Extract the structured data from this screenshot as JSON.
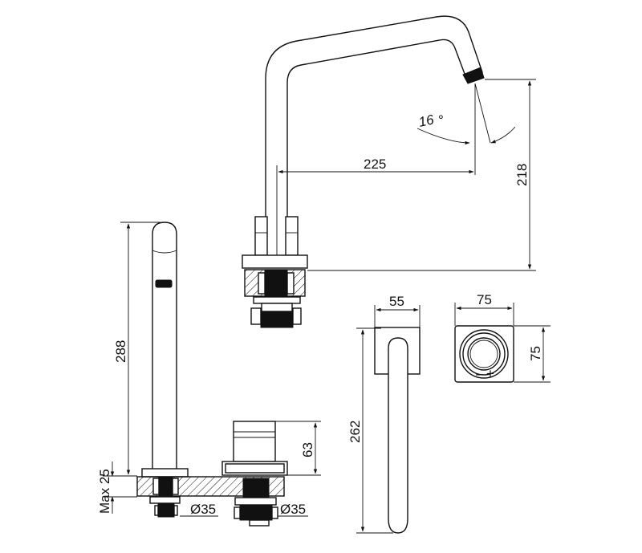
{
  "dimensions": {
    "spout_reach": "225",
    "spout_height": "218",
    "spout_angle": "16",
    "degree_symbol": "°",
    "spout_total_height": "288",
    "deck_thickness": "Max 25",
    "hole_diameter_spout": "Ø35",
    "hole_diameter_handle": "Ø35",
    "handle_height": "63",
    "handle_top_width": "55",
    "handle_side_height": "262",
    "handle_plate_width": "75",
    "handle_plate_height": "75"
  },
  "handle_markings": {
    "hot": "+",
    "cold": "–"
  }
}
